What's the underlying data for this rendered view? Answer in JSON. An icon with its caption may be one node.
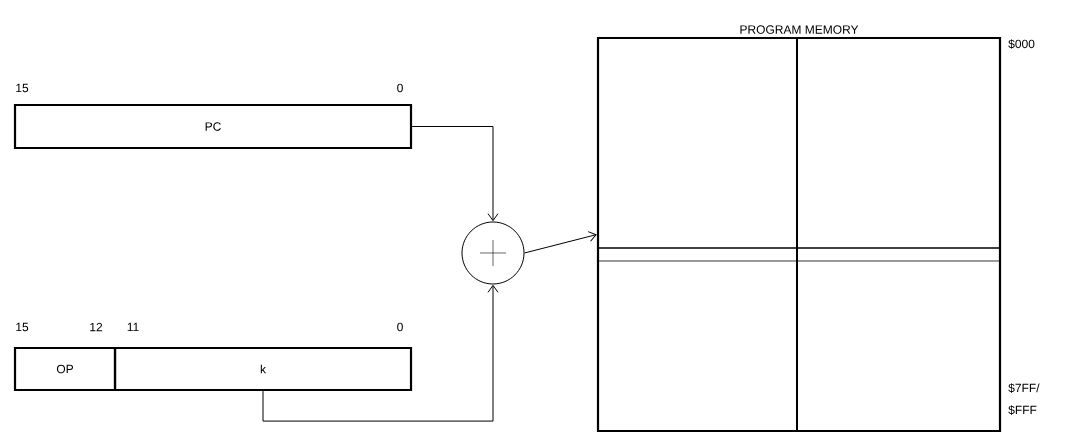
{
  "diagram": {
    "nodes": [
      {
        "text": [
          "PC"
        ]
      },
      {
        "text": [
          "OP"
        ]
      },
      {
        "text": [
          "k"
        ]
      },
      {
        "text": [],
        "shape": "circle"
      },
      {
        "text": [
          "PROGRAM MEMORY"
        ]
      }
    ],
    "edges": [
      {
        "from": 0,
        "to": 3,
        "arrow": "to"
      },
      {
        "from": 2,
        "to": 3,
        "arrow": "to"
      },
      {
        "from": 3,
        "to": 4,
        "arrow": "to"
      }
    ],
    "labels": [
      "15",
      "0",
      "15",
      "12",
      "11",
      "0",
      "$000",
      "$7FF/ $FFF"
    ]
  }
}
